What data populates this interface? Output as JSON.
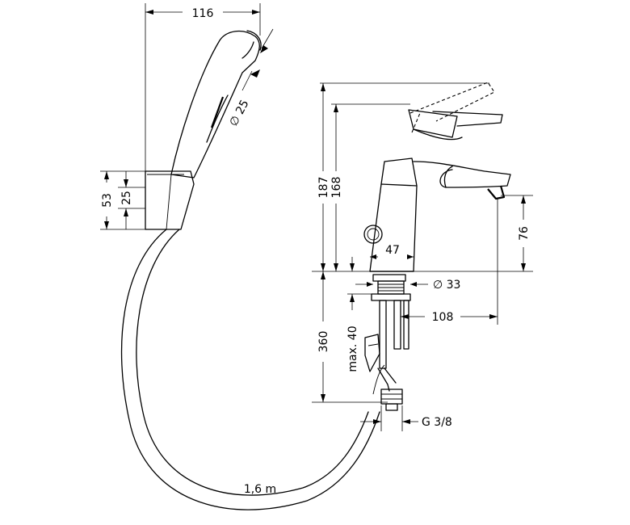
{
  "dimensions": {
    "handshower_length": "116",
    "handshower_diameter": "∅ 25",
    "holder_height": "53",
    "holder_inner": "25",
    "mixer_height_max": "187",
    "mixer_height": "168",
    "spout_height": "76",
    "base_width": "47",
    "base_diameter": "∅ 33",
    "spout_reach": "108",
    "tail_length": "360",
    "max_thickness": "max. 40",
    "thread": "G 3/8",
    "hose_length": "1,6 m"
  }
}
